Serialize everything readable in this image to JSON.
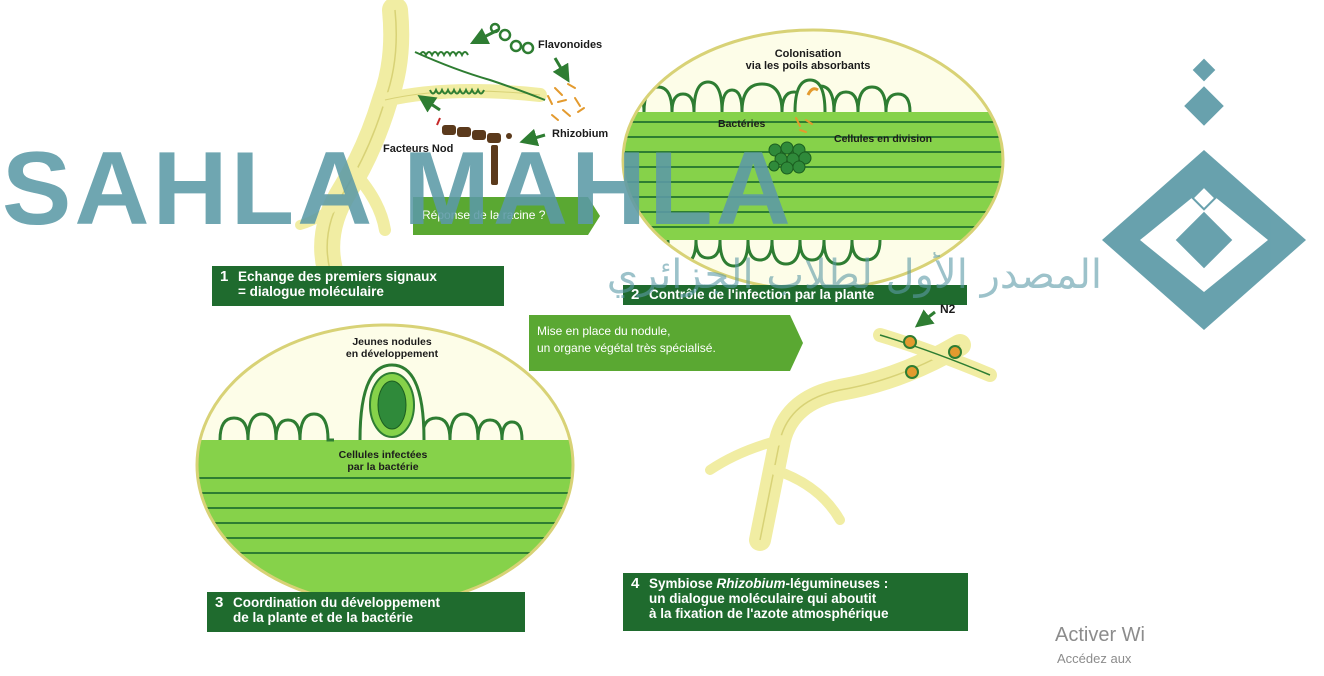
{
  "panel1": {
    "flavonoides": "Flavonoides",
    "rhizobium": "Rhizobium",
    "facteurs_nod": "Facteurs Nod",
    "step_num": "1",
    "step_line1": "Echange des premiers signaux",
    "step_line2": "= dialogue moléculaire"
  },
  "arrow1": {
    "text": "Réponse de la racine ?"
  },
  "panel2": {
    "colonisation_line1": "Colonisation",
    "colonisation_line2": "via les poils absorbants",
    "bacteries": "Bactéries",
    "cellules_division": "Cellules en division",
    "step_num": "2",
    "step_line1": "Contrôle de l'infection par la plante"
  },
  "arrow2": {
    "line1": "Mise en place du nodule,",
    "line2": "un organe végétal très spécialisé."
  },
  "panel3": {
    "jeunes_line1": "Jeunes nodules",
    "jeunes_line2": "en développement",
    "infectees_line1": "Cellules infectées",
    "infectees_line2": "par la bactérie",
    "step_num": "3",
    "step_line1": "Coordination du développement",
    "step_line2": "de la plante et de la bactérie"
  },
  "panel4": {
    "n2": "N2",
    "step_num": "4",
    "step_line1_a": "Symbiose ",
    "step_line1_b": "Rhizobium",
    "step_line1_c": "-légumineuses :",
    "step_line2": "un dialogue moléculaire qui aboutit",
    "step_line3": "à la fixation de l'azote atmosphérique"
  },
  "watermark": {
    "latin": "SAHLA MAHLA",
    "arabic": "المصدر الأول لطلاب الجزائري"
  },
  "windows_activation": {
    "line1": "Activer Wi",
    "line2": "Accédez aux"
  },
  "colors": {
    "root": "#f4f0a6",
    "root_edge": "#d8d276",
    "tissue_green": "#86d24a",
    "dark_green": "#1f6b2e",
    "label_green": "#4f9a1e",
    "rhizobium": "#e39a2e",
    "watermark": "#5c9aa7"
  }
}
